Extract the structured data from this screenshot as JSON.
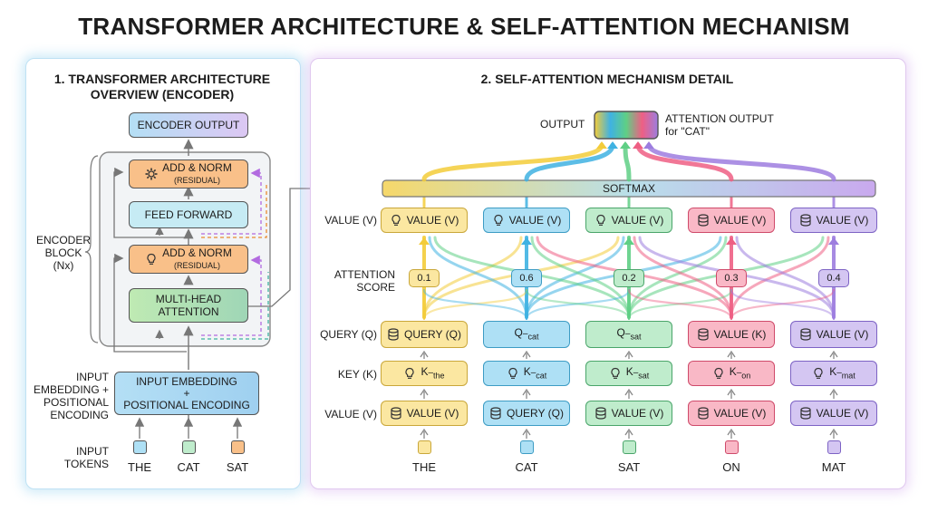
{
  "title": "TRANSFORMER ARCHITECTURE & SELF-ATTENTION MECHANISM",
  "left": {
    "title_line1": "1. TRANSFORMER ARCHITECTURE",
    "title_line2": "OVERVIEW (ENCODER)",
    "encoder_output": "ENCODER OUTPUT",
    "add_norm_top": "ADD & NORM",
    "add_norm_top_sub": "(RESIDUAL)",
    "feed_forward": "FEED FORWARD",
    "add_norm_bottom": "ADD & NORM",
    "add_norm_bottom_sub": "(RESIDUAL)",
    "multi_head_line1": "MULTI-HEAD",
    "multi_head_line2": "ATTENTION",
    "encoder_block_line1": "ENCODER",
    "encoder_block_line2": "BLOCK",
    "encoder_block_line3": "(Nx)",
    "input_label_line1": "INPUT",
    "input_label_line2": "EMBEDDING +",
    "input_label_line3": "POSITIONAL",
    "input_label_line4": "ENCODING",
    "embedding_line1": "INPUT EMBEDDING",
    "embedding_line2": "+",
    "embedding_line3": "POSITIONAL ENCODING",
    "tokens_label_line1": "INPUT",
    "tokens_label_line2": "TOKENS",
    "tokens": [
      "THE",
      "CAT",
      "SAT"
    ]
  },
  "right": {
    "title": "2. SELF-ATTENTION MECHANISM DETAIL",
    "output_label": "OUTPUT",
    "output_desc_line1": "ATTENTION OUTPUT",
    "output_desc_line2": "for \"CAT\"",
    "softmax": "SOFTMAX",
    "row_value_label": "VALUE (V)",
    "attention_score_line1": "ATTENTION",
    "attention_score_line2": "SCORE",
    "query_label": "QUERY (Q)",
    "key_label": "KEY (K)",
    "value_label": "VALUE (V)",
    "columns": [
      {
        "token": "THE",
        "color": "#fbe7a1",
        "border": "#c9a73a",
        "value_top": "VALUE (V)",
        "score": "0.1",
        "query": "QUERY (Q)",
        "query_sub": "",
        "key": "K",
        "key_sub": "the",
        "value": "VALUE (V)"
      },
      {
        "token": "CAT",
        "color": "#aee0f5",
        "border": "#3d9cc4",
        "value_top": "VALUE (V)",
        "score": "0.6",
        "query": "Q",
        "query_sub": "cat",
        "key": "K",
        "key_sub": "cat",
        "value": "QUERY (Q)"
      },
      {
        "token": "SAT",
        "color": "#bfeccc",
        "border": "#4aa56a",
        "value_top": "VALUE (V)",
        "score": "0.2",
        "query": "Q",
        "query_sub": "sat",
        "key": "K",
        "key_sub": "sat",
        "value": "VALUE (V)"
      },
      {
        "token": "ON",
        "color": "#f9b8c6",
        "border": "#cf4a6a",
        "value_top": "VALUE (V)",
        "score": "0.3",
        "query": "VALUE (K)",
        "query_sub": "",
        "key": "K",
        "key_sub": "on",
        "value": "VALUE (V)"
      },
      {
        "token": "MAT",
        "color": "#d4c6f2",
        "border": "#7d63c4",
        "value_top": "VALUE (V)",
        "score": "0.4",
        "query": "VALUE (V)",
        "query_sub": "",
        "key": "K",
        "key_sub": "mat",
        "value": "VALUE (V)"
      }
    ]
  },
  "colors": {
    "yellow": "#f3cc3a",
    "blue": "#3fb2e2",
    "green": "#5fcf85",
    "pink": "#ee5f84",
    "purple": "#9d7ddf",
    "orange_node": "#f9c089",
    "blue_node": "#cbe8f8",
    "green_node": "#c8eec4"
  },
  "icons": [
    "gear-icon",
    "lightbulb-icon",
    "database-icon"
  ]
}
